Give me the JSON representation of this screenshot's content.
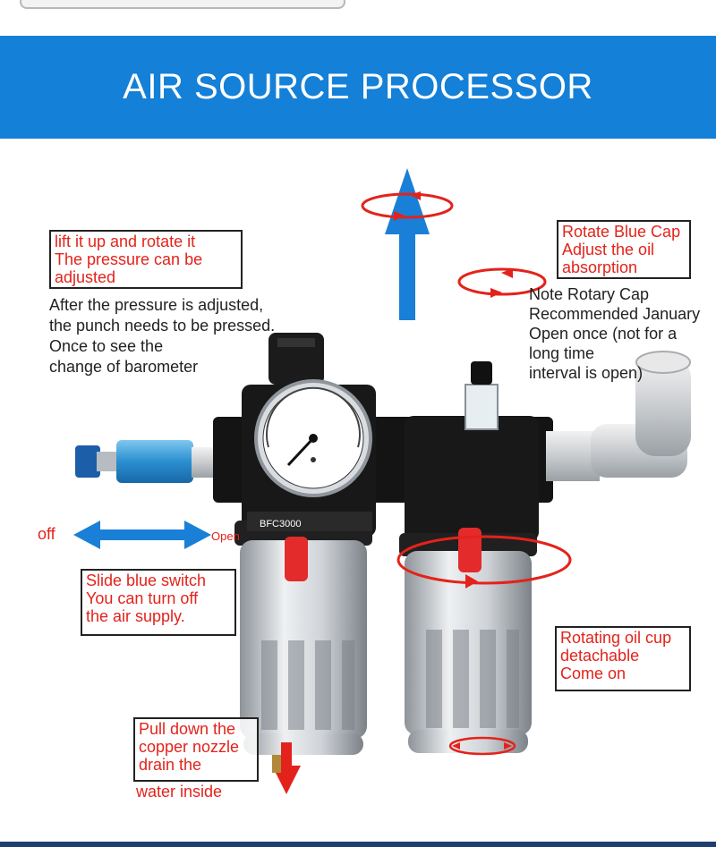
{
  "header": {
    "title": "AIR SOURCE PROCESSOR"
  },
  "callouts": {
    "lift": [
      "lift it up and rotate it",
      "The pressure can be",
      "adjusted"
    ],
    "lift_note": [
      "After the pressure is adjusted,",
      "the punch needs to be pressed.",
      "Once to see the",
      "change of barometer"
    ],
    "blue_cap": [
      "Rotate Blue Cap",
      "Adjust the oil",
      "absorption"
    ],
    "rotary_note": [
      "Note Rotary Cap",
      "Recommended January",
      "Open once (not for a",
      "long time",
      "interval is open)"
    ],
    "slide": [
      "Slide blue switch",
      "You can turn off",
      "the air supply."
    ],
    "oil_cup": [
      "Rotating oil cup",
      "detachable",
      "Come on"
    ],
    "drain": [
      "Pull down the",
      "copper nozzle",
      "drain the",
      "water inside"
    ]
  },
  "switch_labels": {
    "off": "off",
    "open": "Open"
  },
  "device": {
    "model": "BFC3000"
  },
  "colors": {
    "header": "#1480d8",
    "accent_red": "#e3231b",
    "arrow_blue": "#1a7fd6"
  }
}
